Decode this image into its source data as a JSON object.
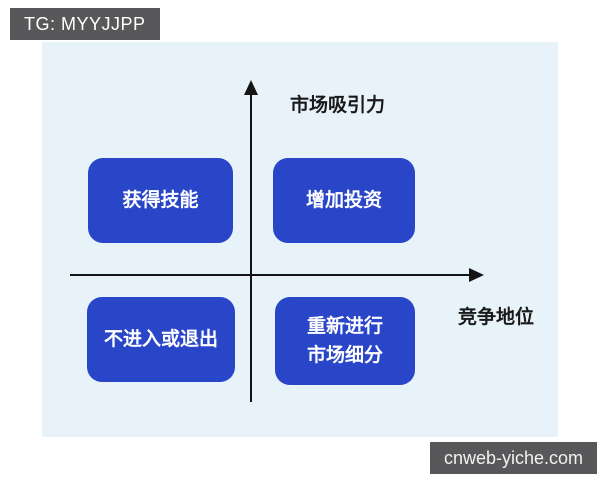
{
  "badge": {
    "label": "TG: MYYJJPP"
  },
  "watermark": {
    "label": "cnweb-yiche.com"
  },
  "matrix": {
    "type": "2x2-quadrant-diagram",
    "y_axis_label": "市场吸引力",
    "x_axis_label": "竞争地位",
    "quadrants": [
      {
        "position": "top-left",
        "lines": [
          "获得技能"
        ]
      },
      {
        "position": "top-right",
        "lines": [
          "增加投资"
        ]
      },
      {
        "position": "bottom-left",
        "lines": [
          "不进入或退出"
        ]
      },
      {
        "position": "bottom-right",
        "lines": [
          "重新进行",
          "市场细分"
        ]
      }
    ],
    "colors": {
      "quadrant_box": "#2945c8",
      "panel_background": "#e7f2f9",
      "axis": "#141414",
      "badge_background": "#58585a",
      "box_text": "#ffffff"
    }
  }
}
